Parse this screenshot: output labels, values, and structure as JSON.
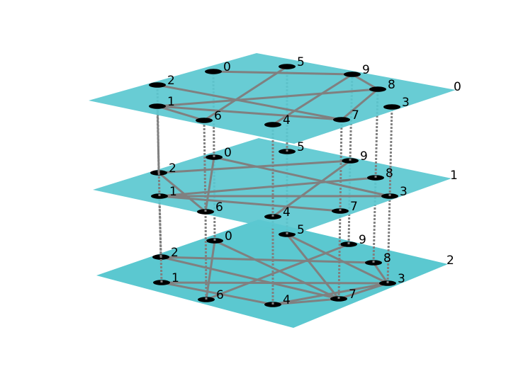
{
  "diagram": {
    "colors": {
      "plane": "#5bc8d0",
      "edge": "#808080",
      "node": "#000000",
      "interlayer": "#808080"
    },
    "node_labels": [
      "0",
      "1",
      "2",
      "3",
      "4",
      "5",
      "6",
      "7",
      "8",
      "9"
    ],
    "layers": [
      {
        "label": "0",
        "edges": [
          [
            0,
            9
          ],
          [
            5,
            6
          ],
          [
            2,
            7
          ],
          [
            1,
            8
          ],
          [
            1,
            6
          ],
          [
            1,
            7
          ],
          [
            9,
            8
          ],
          [
            9,
            4
          ],
          [
            8,
            7
          ]
        ]
      },
      {
        "label": "1",
        "edges": [
          [
            0,
            6
          ],
          [
            0,
            3
          ],
          [
            2,
            9
          ],
          [
            2,
            6
          ],
          [
            1,
            8
          ],
          [
            1,
            3
          ],
          [
            1,
            7
          ],
          [
            9,
            4
          ]
        ]
      },
      {
        "label": "2",
        "edges": [
          [
            0,
            6
          ],
          [
            0,
            7
          ],
          [
            2,
            8
          ],
          [
            2,
            7
          ],
          [
            1,
            3
          ],
          [
            1,
            4
          ],
          [
            6,
            9
          ],
          [
            5,
            7
          ],
          [
            5,
            3
          ],
          [
            8,
            3
          ],
          [
            4,
            7
          ],
          [
            4,
            3
          ],
          [
            7,
            3
          ]
        ]
      }
    ],
    "interlayer_style": "dashed"
  }
}
